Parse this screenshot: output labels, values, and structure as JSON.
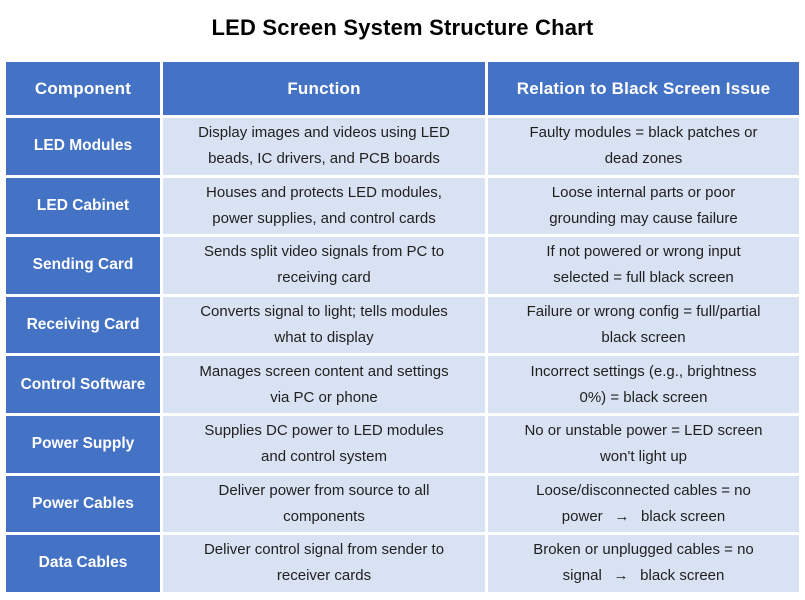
{
  "title": "LED Screen System Structure Chart",
  "colors": {
    "header_bg": "#4472C4",
    "label_column_bg": "#4472C4",
    "body_cell_bg": "#D9E2F2",
    "grid_line": "#FFFFFF",
    "header_text": "#FFFFFF",
    "body_text": "#1F1F1F",
    "title_text": "#000000"
  },
  "table": {
    "headers": [
      "Component",
      "Function",
      "Relation to Black Screen Issue"
    ],
    "rows": [
      {
        "component": "LED Modules",
        "function": "Display images and videos using LED\nbeads, IC drivers, and PCB boards",
        "relation": "Faulty modules = black patches or\ndead zones"
      },
      {
        "component": "LED Cabinet",
        "function": "Houses and protects LED modules,\npower supplies, and control cards",
        "relation": "Loose internal parts or poor\ngrounding may cause failure"
      },
      {
        "component": "Sending Card",
        "function": "Sends split video signals from PC to\nreceiving card",
        "relation": "If not powered or wrong input\nselected = full black screen"
      },
      {
        "component": "Receiving Card",
        "function": "Converts signal to light; tells modules\nwhat to display",
        "relation": "Failure or wrong config = full/partial\nblack screen"
      },
      {
        "component": "Control Software",
        "function": "Manages screen content and settings\nvia PC or phone",
        "relation": "Incorrect settings (e.g., brightness\n0%) = black screen"
      },
      {
        "component": "Power Supply",
        "function": "Supplies DC power to LED modules\nand control system",
        "relation": "No or unstable power = LED screen\nwon't light up"
      },
      {
        "component": "Power Cables",
        "function": "Deliver power from source to all\ncomponents",
        "relation": "Loose/disconnected cables = no\npower  →  black screen"
      },
      {
        "component": "Data Cables",
        "function": "Deliver control signal from sender to\nreceiver cards",
        "relation": "Broken or unplugged cables = no\nsignal  →  black screen"
      }
    ]
  },
  "chart_data": {
    "type": "table",
    "title": "LED Screen System Structure Chart",
    "columns": [
      "Component",
      "Function",
      "Relation to Black Screen Issue"
    ],
    "rows": [
      [
        "LED Modules",
        "Display images and videos using LED beads, IC drivers, and PCB boards",
        "Faulty modules = black patches or dead zones"
      ],
      [
        "LED Cabinet",
        "Houses and protects LED modules, power supplies, and control cards",
        "Loose internal parts or poor grounding may cause failure"
      ],
      [
        "Sending Card",
        "Sends split video signals from PC to receiving card",
        "If not powered or wrong input selected = full black screen"
      ],
      [
        "Receiving Card",
        "Converts signal to light; tells modules what to display",
        "Failure or wrong config = full/partial black screen"
      ],
      [
        "Control Software",
        "Manages screen content and settings via PC or phone",
        "Incorrect settings (e.g., brightness 0%) = black screen"
      ],
      [
        "Power Supply",
        "Supplies DC power to LED modules and control system",
        "No or unstable power = LED screen won't light up"
      ],
      [
        "Power Cables",
        "Deliver power from source to all components",
        "Loose/disconnected cables = no power → black screen"
      ],
      [
        "Data Cables",
        "Deliver control signal from sender to receiver cards",
        "Broken or unplugged cables = no signal → black screen"
      ]
    ],
    "layout": {
      "header_style": "solid blue (#4472C4), white bold text",
      "first_column_style": "solid blue (#4472C4), white bold text",
      "body_style": "light blue (#D9E2F2), dark text, centered",
      "grid": "white 3px separators"
    }
  }
}
